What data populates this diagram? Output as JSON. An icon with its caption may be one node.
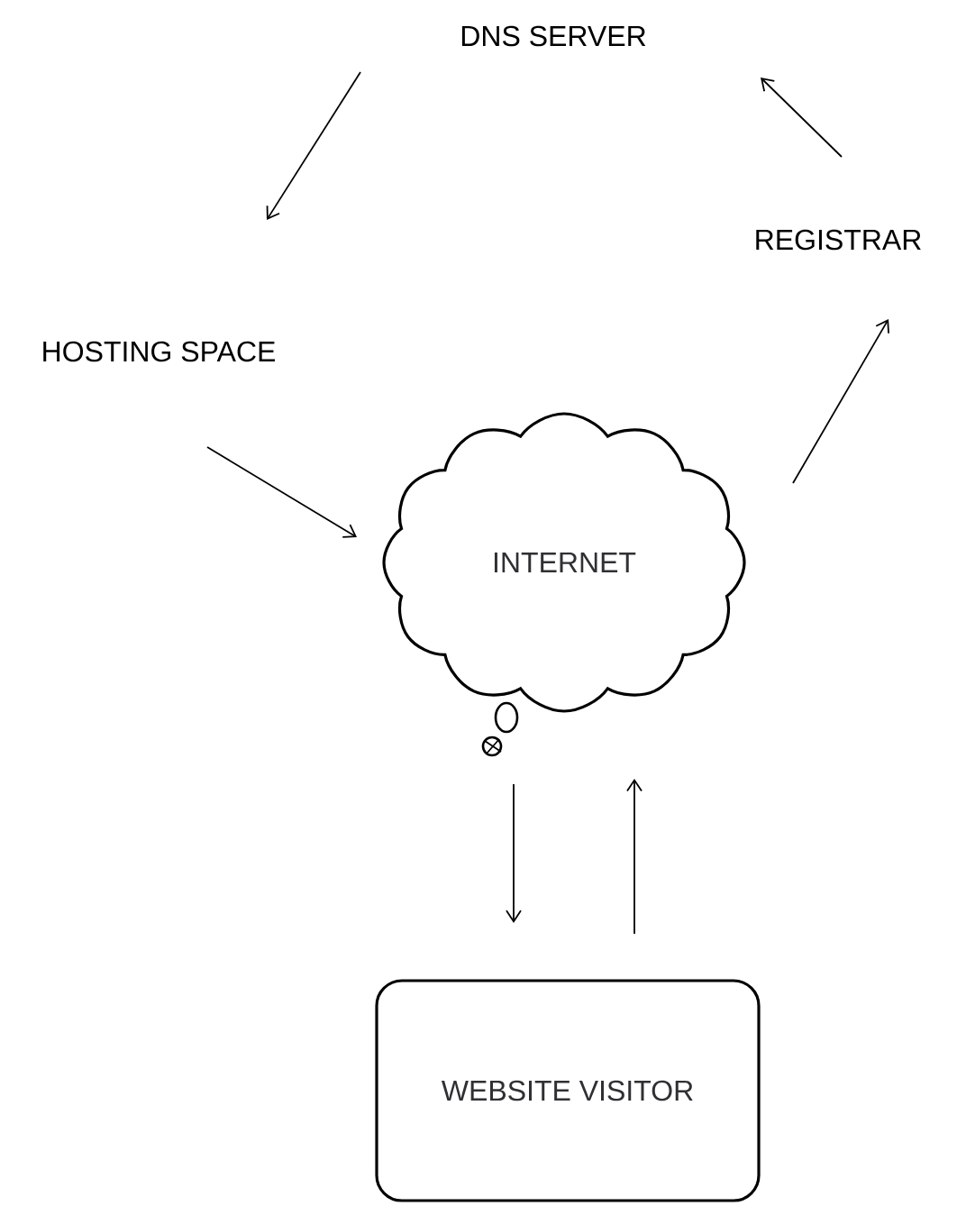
{
  "diagram": {
    "nodes": [
      {
        "text": [
          "DNS SERVER"
        ]
      },
      {
        "text": [
          "REGISTRAR"
        ]
      },
      {
        "text": [
          "HOSTING SPACE"
        ]
      },
      {
        "text": [
          "INTERNET"
        ]
      },
      {
        "text": [
          "WEBSITE VISITOR"
        ]
      }
    ],
    "edges": [
      {
        "from": 0,
        "to": 2,
        "arrow": "to"
      },
      {
        "from": 2,
        "to": 3,
        "arrow": "to"
      },
      {
        "from": 3,
        "to": 1,
        "arrow": "to"
      },
      {
        "from": 1,
        "to": 0,
        "arrow": "to"
      },
      {
        "from": 3,
        "to": 4,
        "arrow": "to"
      },
      {
        "from": 4,
        "to": 3,
        "arrow": "to"
      }
    ]
  }
}
